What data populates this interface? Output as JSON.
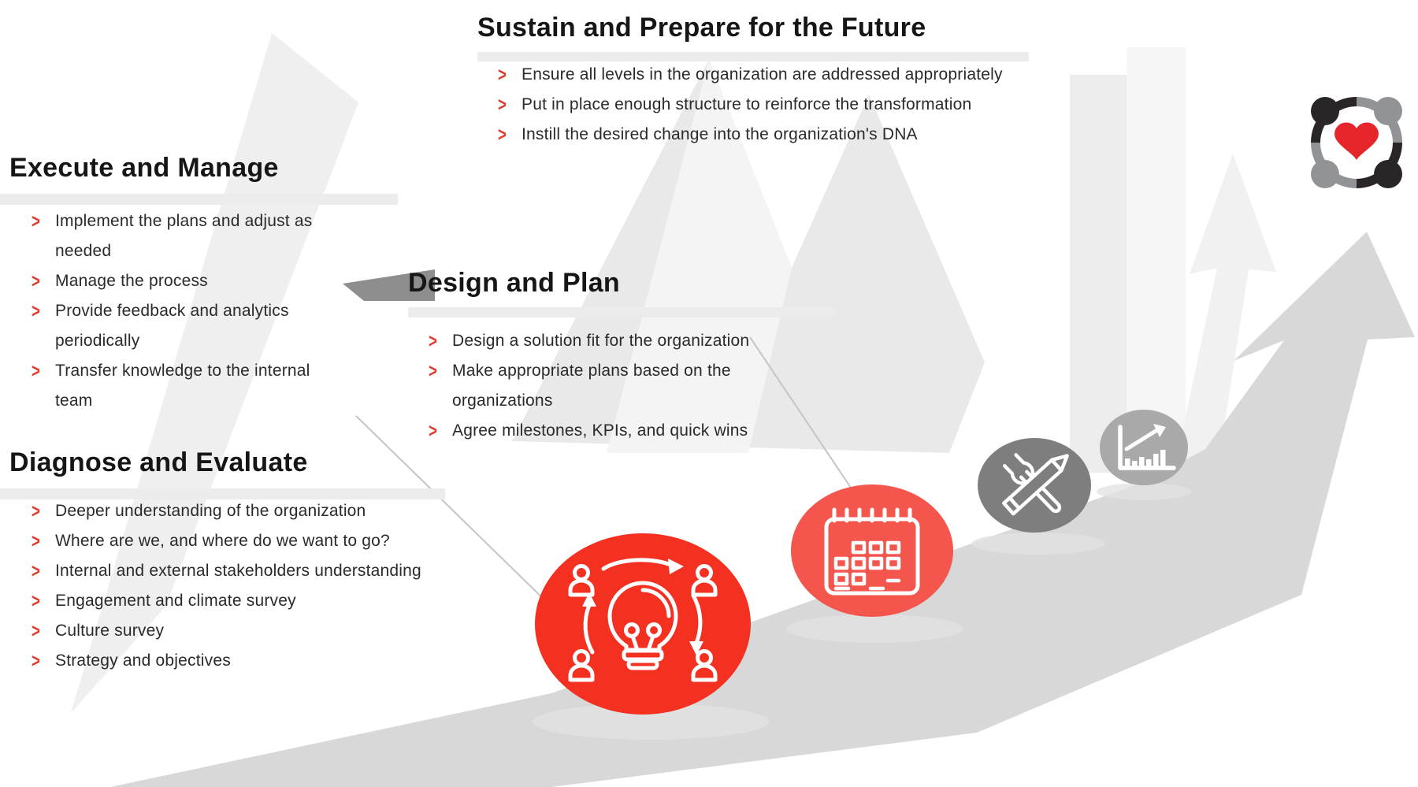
{
  "ui": {
    "bullet_glyph": ">"
  },
  "colors": {
    "stage1_red": "#f43020",
    "stage2_red": "#f4554d",
    "stage3_gray": "#7e7e7e",
    "stage4_gray": "#a9a9a9",
    "ramp_gray": "#d8d8d8",
    "heart_red": "#e6252b",
    "bullet_red": "#df3a2c",
    "title_color": "#161616",
    "body_color": "#2a2a2a"
  },
  "sections": {
    "sustain": {
      "title": "Sustain and Prepare for the Future",
      "bullets": [
        "Ensure all levels in the organization are addressed appropriately",
        "Put in place enough structure to reinforce the transformation",
        "Instill the desired change into the organization's DNA"
      ]
    },
    "execute": {
      "title": "Execute and Manage",
      "bullets": [
        "Implement the plans and adjust as needed",
        "Manage the process",
        "Provide feedback and analytics periodically",
        "Transfer knowledge to the internal team"
      ]
    },
    "design": {
      "title": "Design and Plan",
      "bullets": [
        "Design a solution fit for the organization",
        "Make appropriate plans based on the organizations",
        "Agree milestones, KPIs, and quick wins"
      ]
    },
    "diagnose": {
      "title": "Diagnose and Evaluate",
      "bullets": [
        "Deeper understanding of the organization",
        "Where are we, and where do we want to go?",
        "Internal and external stakeholders understanding",
        "Engagement and climate survey",
        "Culture survey",
        "Strategy and objectives"
      ]
    }
  },
  "stages": [
    {
      "stage": "diagnose-and-evaluate",
      "icon": "people-lightbulb-icon",
      "color": "#f43020"
    },
    {
      "stage": "design-and-plan",
      "icon": "calendar-icon",
      "color": "#f4554d"
    },
    {
      "stage": "execute-and-manage",
      "icon": "wrench-pencil-icon",
      "color": "#7e7e7e"
    },
    {
      "stage": "sustain-and-prepare",
      "icon": "growth-chart-icon",
      "color": "#a9a9a9"
    }
  ],
  "goal": {
    "icon": "team-heart-icon",
    "heart_color": "#e6252b"
  }
}
